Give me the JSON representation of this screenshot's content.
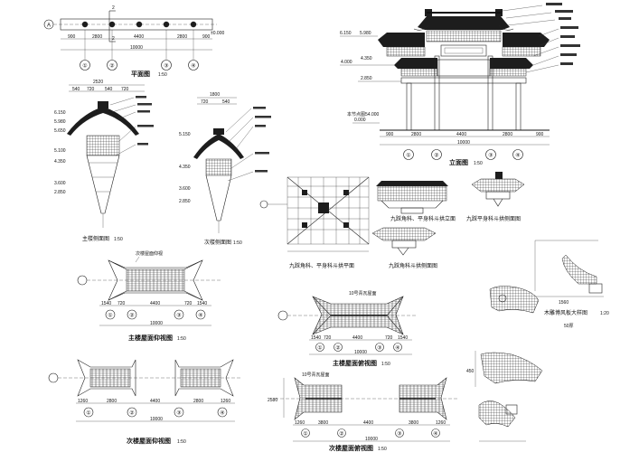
{
  "plan": {
    "title": "平面图",
    "scale": "1:50",
    "axis_a": "A",
    "section_mark": "2",
    "elev_mark": "±0.000",
    "dims": [
      "900",
      "2800",
      "4400",
      "2800",
      "900"
    ],
    "total": "10000",
    "axes": [
      "①",
      "②",
      "③",
      "④"
    ]
  },
  "front_elevation": {
    "title": "立面图",
    "scale": "1:50",
    "levels": [
      "6.150",
      "5.980",
      "4.000",
      "4.350",
      "2.850",
      "0.000"
    ],
    "ground_note": "本节点图54.000",
    "dims": [
      "900",
      "2800",
      "4400",
      "2800",
      "900"
    ],
    "total": "10000",
    "axes": [
      "①",
      "②",
      "③",
      "④"
    ]
  },
  "main_side": {
    "title": "主楼侧面图",
    "scale": "1:50",
    "top_dims": [
      "540",
      "720",
      "540",
      "720"
    ],
    "top_total": "2520",
    "levels": [
      "6.150",
      "5.980",
      "5.650",
      "5.100",
      "4.350",
      "3.600",
      "2.850"
    ]
  },
  "sub_side": {
    "title": "次楼侧面图",
    "scale": "1:50",
    "top_dims": [
      "720",
      "540"
    ],
    "top_total": "1800",
    "levels": [
      "5.150",
      "4.350",
      "3.600",
      "2.850"
    ]
  },
  "bracket": {
    "plan_title": "九踩角科、平身科斗拱平面",
    "front_title": "九踩角科、平身科斗拱立面",
    "side_title": "九踩角科斗拱侧面图",
    "flat_side_title": "九踩平身科斗拱侧面图"
  },
  "main_roof_view": {
    "title": "主楼屋面仰视图",
    "scale": "1:50",
    "note": "次楼屋面仰视",
    "dims": [
      "1540",
      "720",
      "4400",
      "720",
      "1540"
    ],
    "total": "10000",
    "axes": [
      "①",
      "②",
      "③",
      "④"
    ]
  },
  "sub_roof_view": {
    "title": "次楼屋面仰视图",
    "scale": "1:50",
    "dims": [
      "1260",
      "2800",
      "4400",
      "2800",
      "1260"
    ],
    "total": "10000",
    "axes": [
      "①",
      "②",
      "③",
      "④"
    ]
  },
  "main_roof_top": {
    "title": "主楼屋面俯视图",
    "scale": "1:50",
    "note": "10号青瓦屋面",
    "dims": [
      "1540",
      "720",
      "4400",
      "720",
      "1540"
    ],
    "total": "10000",
    "axes": [
      "①",
      "②",
      "③",
      "④"
    ]
  },
  "sub_roof_top": {
    "title": "次楼屋面俯视图",
    "scale": "1:50",
    "note": "10号青瓦屋面",
    "height_dim": "2580",
    "dims": [
      "1260",
      "3800",
      "4400",
      "3800",
      "1260"
    ],
    "total": "10000",
    "axes": [
      "①",
      "②",
      "③",
      "④"
    ]
  },
  "details": {
    "cloud_title": "木雕博风板大样图",
    "cloud_scale": "1:20",
    "thickness": "50厚",
    "width_dim": "1560",
    "height_dim": "450"
  }
}
